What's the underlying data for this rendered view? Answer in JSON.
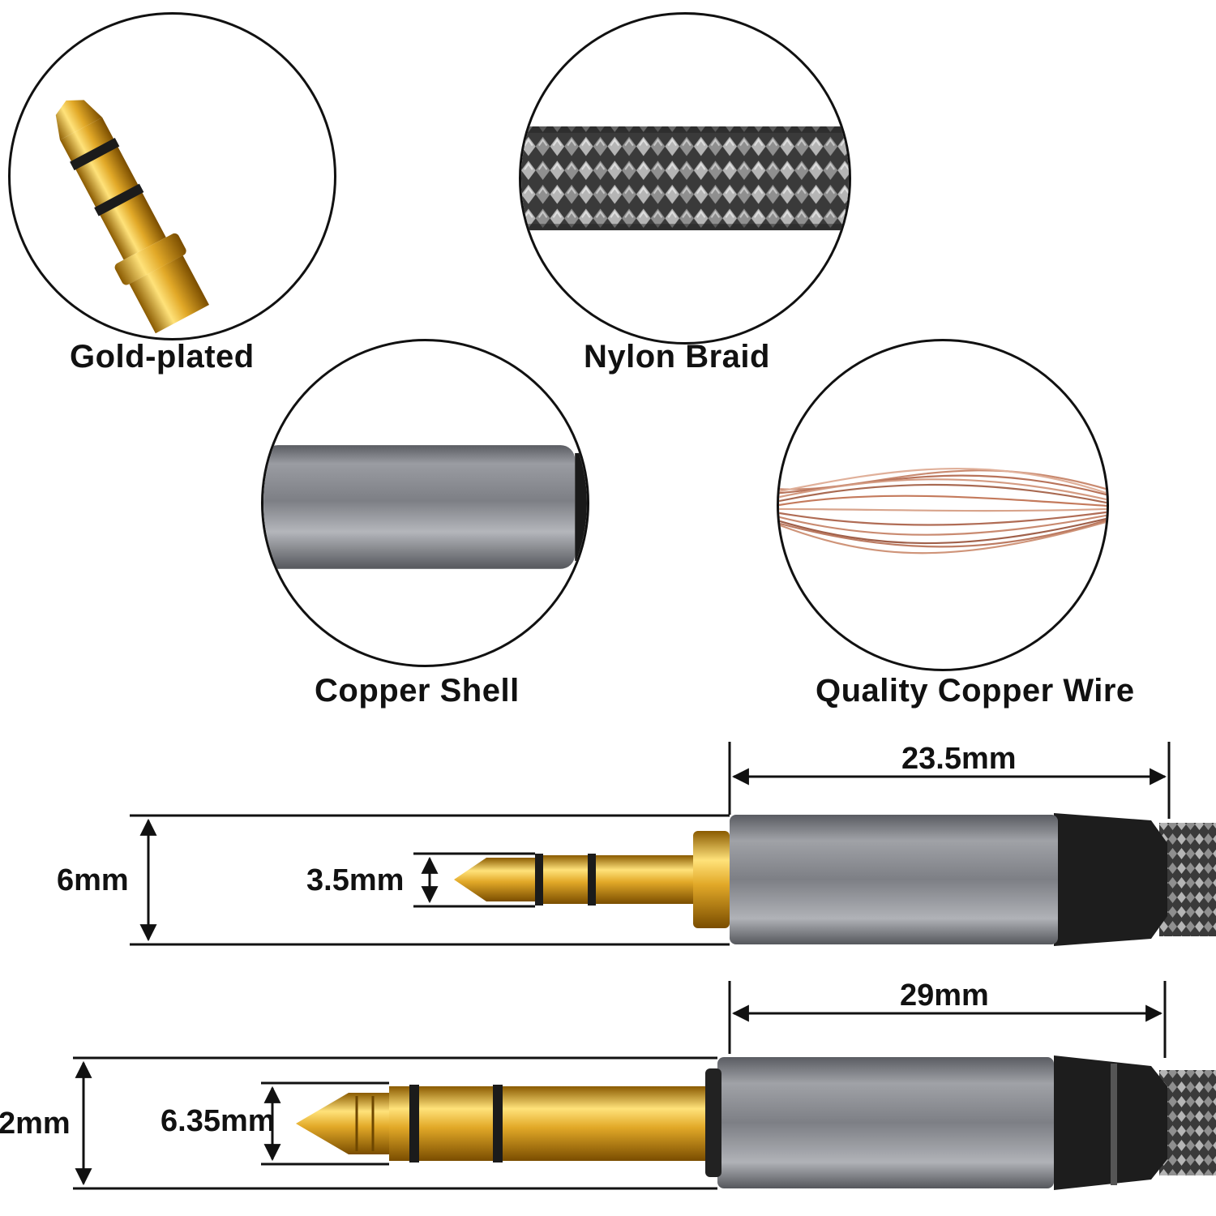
{
  "features": [
    {
      "label": "Gold-plated",
      "icon": "gold-plug-tip-icon"
    },
    {
      "label": "Nylon Braid",
      "icon": "nylon-braid-icon"
    },
    {
      "label": "Copper Shell",
      "icon": "metal-shell-icon"
    },
    {
      "label": "Quality Copper Wire",
      "icon": "copper-wire-icon"
    }
  ],
  "dimensions": {
    "plug_3_5": {
      "length": "23.5mm",
      "shell_diameter": "6mm",
      "tip_diameter": "3.5mm"
    },
    "plug_6_35": {
      "length": "29mm",
      "shell_diameter": "2mm",
      "tip_diameter": "6.35mm"
    }
  },
  "colors": {
    "gold": "#d9a520",
    "shell_gray": "#8a8c91",
    "braid_gray": "#9a9a9a",
    "copper": "#c47a5c",
    "line": "#111111"
  }
}
